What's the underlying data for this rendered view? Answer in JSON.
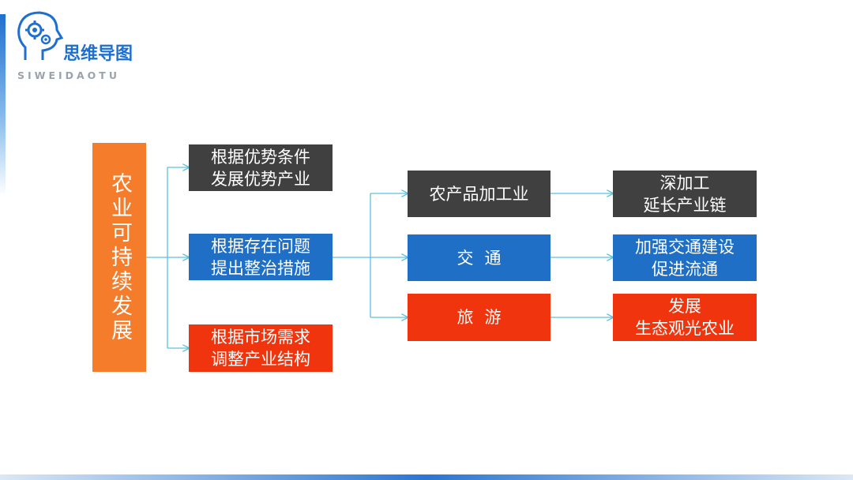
{
  "logo": {
    "title": "思维导图",
    "subtitle": "SIWEIDAOTU"
  },
  "mindmap": {
    "root": "农业可持续发展",
    "level1": [
      "根据优势条件\n发展优势产业",
      "根据存在问题\n提出整治措施",
      "根据市场需求\n调整产业结构"
    ],
    "level2": [
      "农产品加工业",
      "交通",
      "旅游"
    ],
    "level3": [
      "深加工\n延长产业链",
      "加强交通建设\n促进流通",
      "发展\n生态观光农业"
    ]
  },
  "colors": {
    "root": "#f47c2a",
    "dark": "#404040",
    "blue": "#1f6fc6",
    "red": "#f0340d",
    "connector": "#5bc0de",
    "brand": "#1e6fcf"
  }
}
